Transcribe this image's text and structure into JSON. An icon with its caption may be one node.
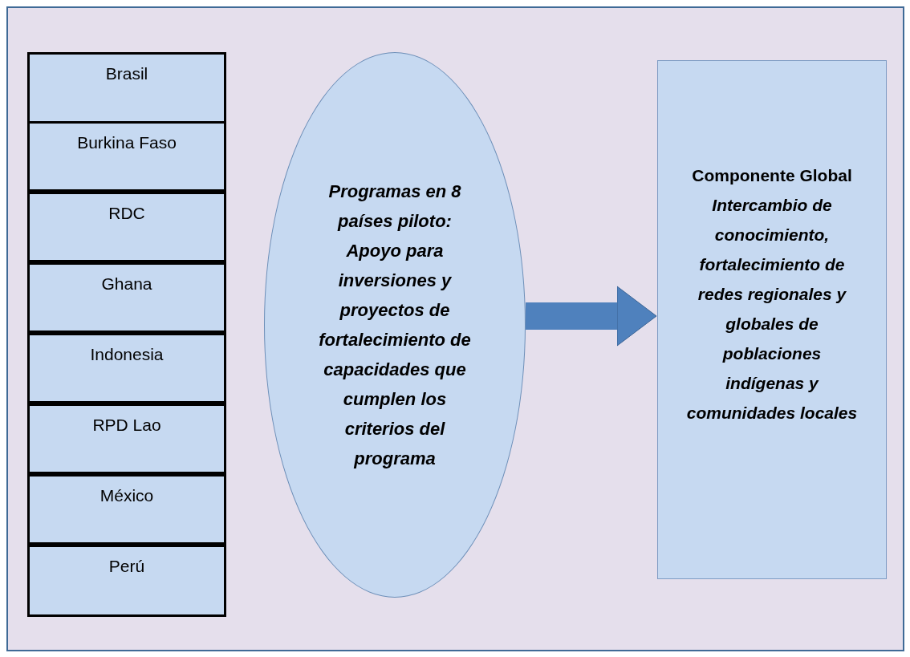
{
  "diagram": {
    "nodes": [
      {
        "text": [
          "Brasil"
        ]
      },
      {
        "text": [
          "Burkina Faso"
        ]
      },
      {
        "text": [
          "RDC"
        ]
      },
      {
        "text": [
          "Ghana"
        ]
      },
      {
        "text": [
          "Indonesia"
        ]
      },
      {
        "text": [
          "RPD Lao"
        ]
      },
      {
        "text": [
          "México"
        ]
      },
      {
        "text": [
          "Perú"
        ]
      },
      {
        "text": [
          "Programas en 8 países piloto: Apoyo para inversiones y proyectos de fortalecimiento de capacidades que cumplen los criterios del programa"
        ]
      },
      {
        "text": [
          "Componente Global",
          "Intercambio de conocimiento, fortalecimiento de redes regionales y globales de poblaciones indígenas y comunidades locales"
        ]
      }
    ],
    "edges": [
      {
        "from": 8,
        "to": 9,
        "arrow": "to"
      }
    ]
  }
}
